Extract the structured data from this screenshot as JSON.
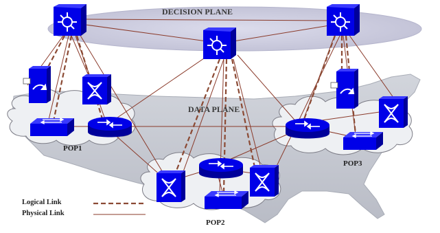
{
  "labels": {
    "decision_plane": "DECISION PLANE",
    "data_plane": "DATA PLANE",
    "pop1": "POP1",
    "pop2": "POP2",
    "pop3": "POP3"
  },
  "legend": {
    "logical_link": "Logical Link",
    "physical_link": "Physical Link"
  },
  "colors": {
    "device_blue": "#0a0af0",
    "link_brown": "#8a3a2a",
    "logical_link_brown": "#8b4a34",
    "decision_plane_fill": "#c8c8dc",
    "map_gray": "#c9ccd4",
    "cloud_fill": "#eef0f3"
  },
  "icons": {
    "decision_element": "decision-router-icon",
    "router": "router-icon",
    "switch": "switch-icon",
    "cross_connect": "cross-connect-icon",
    "server": "server-icon"
  }
}
